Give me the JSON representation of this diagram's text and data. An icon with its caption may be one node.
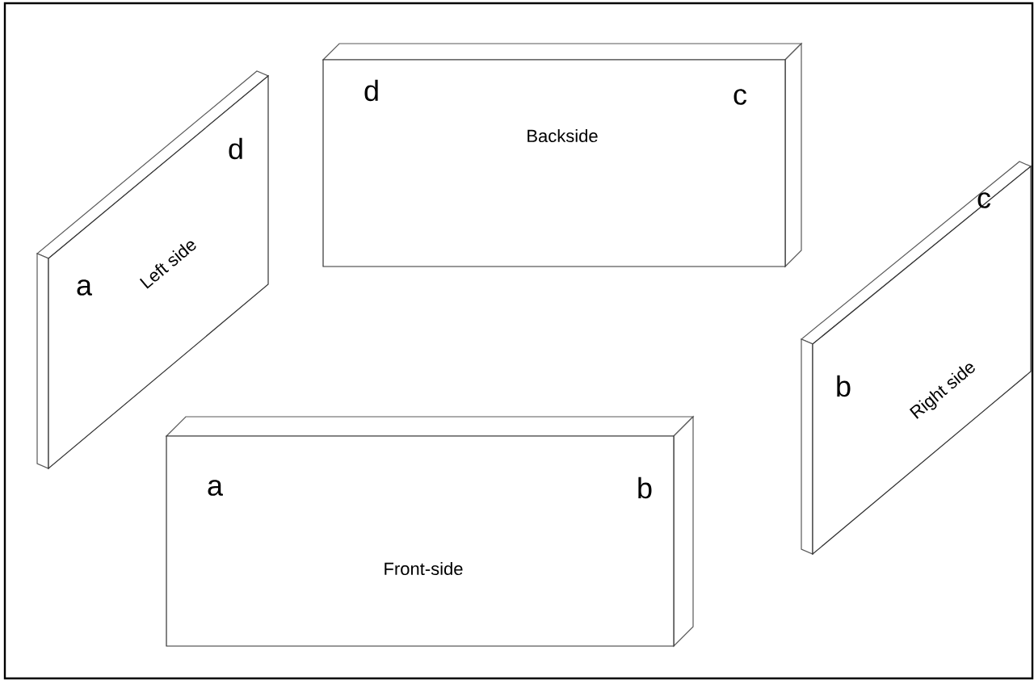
{
  "diagram": {
    "nodes": [
      {
        "text": [
          "d",
          "c",
          "Backside"
        ]
      },
      {
        "text": [
          "a",
          "d",
          "Left side"
        ]
      },
      {
        "text": [
          "c",
          "b",
          "Right side"
        ]
      },
      {
        "text": [
          "a",
          "b",
          "Front-side"
        ]
      }
    ]
  }
}
